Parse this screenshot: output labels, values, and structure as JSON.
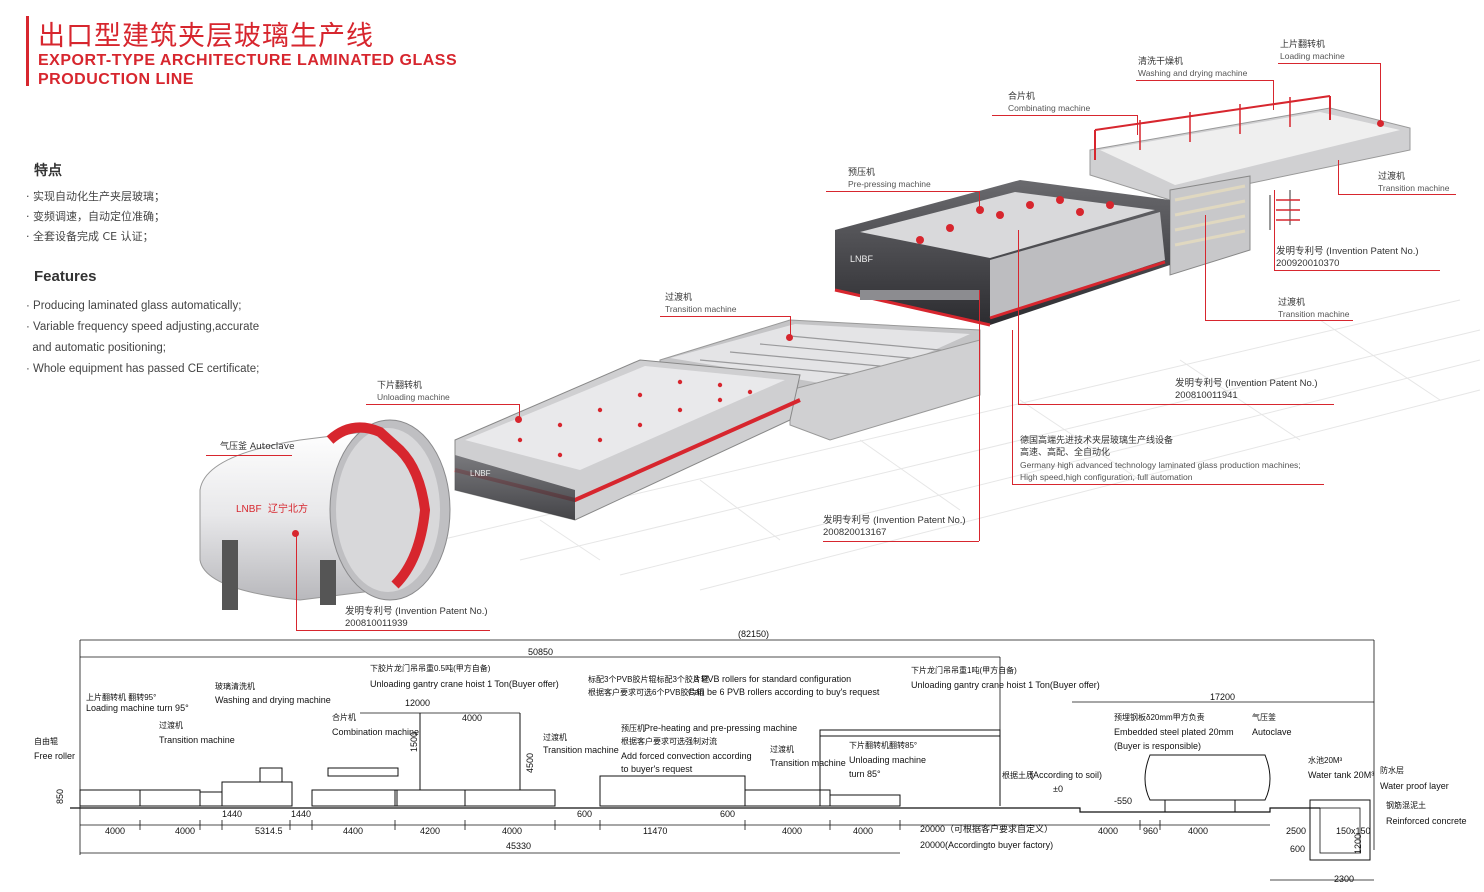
{
  "header": {
    "title_cn": "出口型建筑夹层玻璃生产线",
    "title_en_1": "EXPORT-TYPE ARCHITECTURE LAMINATED GLASS",
    "title_en_2": "PRODUCTION LINE"
  },
  "features_cn": {
    "heading": "特点",
    "items": [
      "· 实现自动化生产夹层玻璃；",
      "· 变频调速，自动定位准确；",
      "· 全套设备完成 CE 认证；"
    ]
  },
  "features_en": {
    "heading": "Features",
    "items": [
      "· Producing laminated glass automatically;",
      "· Variable frequency speed adjusting,accurate",
      "  and automatic positioning;",
      "· Whole equipment has passed CE certificate;"
    ]
  },
  "callouts": {
    "loading": {
      "cn": "上片翻转机",
      "en": "Loading machine"
    },
    "washing": {
      "cn": "清洗干燥机",
      "en": "Washing and drying machine"
    },
    "combining": {
      "cn": "合片机",
      "en": "Combinating machine"
    },
    "prepress": {
      "cn": "预压机",
      "en": "Pre-pressing machine"
    },
    "transition_top": {
      "cn": "过渡机",
      "en": "Transition machine"
    },
    "transition_right": {
      "cn": "过渡机",
      "en": "Transition machine"
    },
    "transition_mid": {
      "cn": "过渡机",
      "en": "Transition machine"
    },
    "unloading": {
      "cn": "下片翻转机",
      "en": "Unloading machine"
    },
    "autoclave": {
      "cn": "气压釜 Autoclave"
    },
    "patent_1": {
      "label": "发明专利号 (Invention Patent No.)",
      "number": "200920010370"
    },
    "patent_2": {
      "label": "发明专利号 (Invention Patent No.)",
      "number": "200810011941"
    },
    "patent_3": {
      "label": "发明专利号 (Invention Patent No.)",
      "number": "200820013167"
    },
    "patent_4": {
      "label": "发明专利号 (Invention Patent No.)",
      "number": "200810011939"
    },
    "germany": {
      "cn1": "德国高端先进技术夹层玻璃生产线设备",
      "cn2": "高速、高配、全自动化",
      "en1": "Germany high advanced technology laminated glass production machines;",
      "en2": "High speed,high configuration, full automation"
    }
  },
  "machine_logos": {
    "brand": "LNBF",
    "brand_cn": "辽宁北方",
    "short": "LNBF"
  },
  "drawing": {
    "overall": "(82150)",
    "dim_50850": "50850",
    "dim_12000": "12000",
    "dim_4000_hoist": "4000",
    "dim_1500": "1500",
    "dim_4500": "4500",
    "dim_17200": "17200",
    "dim_850": "850",
    "dim_45330": "45330",
    "bottom_dims": [
      "4000",
      "4000",
      "1440",
      "5314.5",
      "1440",
      "4400",
      "4200",
      "4000",
      "600",
      "11470",
      "600",
      "4000",
      "4000"
    ],
    "right_dims": [
      "4000",
      "960",
      "4000",
      "2500",
      "600",
      "2300",
      "150x150",
      "1200"
    ],
    "foundation_20000_cn": "20000（可根据客户要求自定义）",
    "foundation_20000_en": "20000(Accordingto buyer factory)",
    "labels": {
      "free_roller_cn": "自由辊",
      "free_roller_en": "Free roller",
      "loading_cn": "上片翻转机 翻转95°",
      "loading_en": "Loading machine turn 95°",
      "washing_cn": "玻璃清洗机",
      "washing_en": "Washing and drying machine",
      "transition1_cn": "过渡机",
      "transition1_en": "Transition machine",
      "combination_cn": "合片机",
      "combination_en": "Combination machine",
      "hoist1_cn": "下胶片龙门吊吊重0.5吨(甲方自备)",
      "hoist1_en": "Unloading gantry crane hoist 1 Ton(Buyer offer)",
      "transition2_cn": "过渡机",
      "transition2_en": "Transition machine",
      "pvb_cn1": "标配3个PVB胶片辊标配3个胶片辊",
      "pvb_en1": "3 PVB rollers for standard configuration",
      "pvb_cn2": "根据客户要求可选6个PVB胶片辊",
      "pvb_en2": "Can be 6 PVB rollers according to buy's request",
      "preheat_cn1": "预压机",
      "preheat_en1": "Pre-heating and pre-pressing machine",
      "preheat_cn2": "根据客户要求可选强制对流",
      "preheat_en2": "Add forced convection according",
      "preheat_en3": "to buyer's request",
      "transition3_cn": "过渡机",
      "transition3_en": "Transition machine",
      "hoist2_cn": "下片龙门吊吊重1吨(甲方自备)",
      "hoist2_en": "Unloading gantry crane hoist 1 Ton(Buyer offer)",
      "unloading_cn": "下片翻转机翻转85°",
      "unloading_en1": "Unloading machine",
      "unloading_en2": "turn 85°",
      "soil_cn": "根据土质",
      "soil_en": "(According to soil)",
      "zero": "±0",
      "minus550": "-550",
      "steel_cn": "预埋钢板δ20mm甲方负责",
      "steel_en1": "Embedded steel plated 20mm",
      "steel_en2": "(Buyer is responsible)",
      "autoclave_cn": "气压釜",
      "autoclave_en": "Autoclave",
      "tank_cn": "水池20M³",
      "tank_en": "Water tank 20M³",
      "waterproof_cn": "防水层",
      "waterproof_en": "Water proof layer",
      "concrete_cn": "钢筋混泥土",
      "concrete_en": "Reinforced concrete"
    }
  }
}
